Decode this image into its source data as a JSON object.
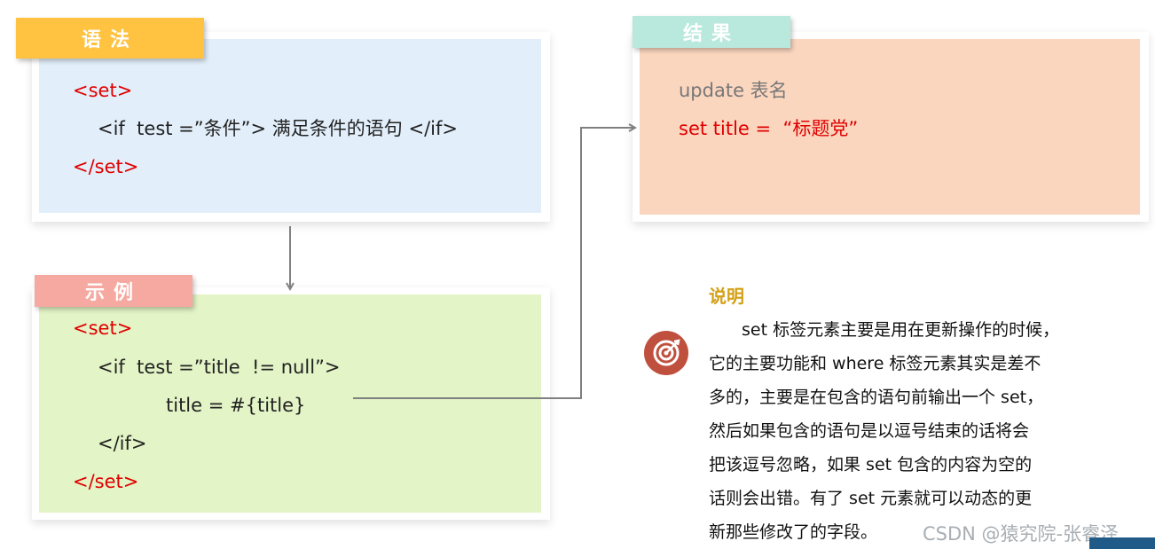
{
  "syntax": {
    "tag": "语法",
    "lines": [
      "<set>",
      "<if  test =”条件”> 满足条件的语句 </if>",
      "</set>"
    ]
  },
  "example": {
    "tag": "示例",
    "lines": [
      "<set>",
      "<if  test =”title  != null”>",
      "title = #{title}",
      "</if>",
      "</set>"
    ]
  },
  "result": {
    "tag": "结果",
    "lines": [
      "update 表名",
      "set title =  “标题党”"
    ]
  },
  "note": {
    "title": "说明",
    "lines": [
      "set 标签元素主要是用在更新操作的时候，",
      "它的主要功能和 where 标签元素其实是差不",
      "多的，主要是在包含的语句前输出一个 set，",
      "然后如果包含的语句是以逗号结束的话将会",
      "把该逗号忽略，如果 set 包含的内容为空的",
      "话则会出错。有了 set 元素就可以动态的更",
      "新那些修改了的字段。"
    ],
    "icon": "target-icon"
  },
  "watermark": "CSDN @猿究院-张睿泽",
  "colors": {
    "syntax_tag": "#ffc341",
    "syntax_bg": "#e2effa",
    "example_tag": "#f5a9a0",
    "example_bg": "#e3f4c6",
    "result_tag": "#b9e8dc",
    "result_bg": "#fbd6bf",
    "keyword": "#e00000",
    "note_title": "#d4a017",
    "icon": "#c0503e"
  }
}
